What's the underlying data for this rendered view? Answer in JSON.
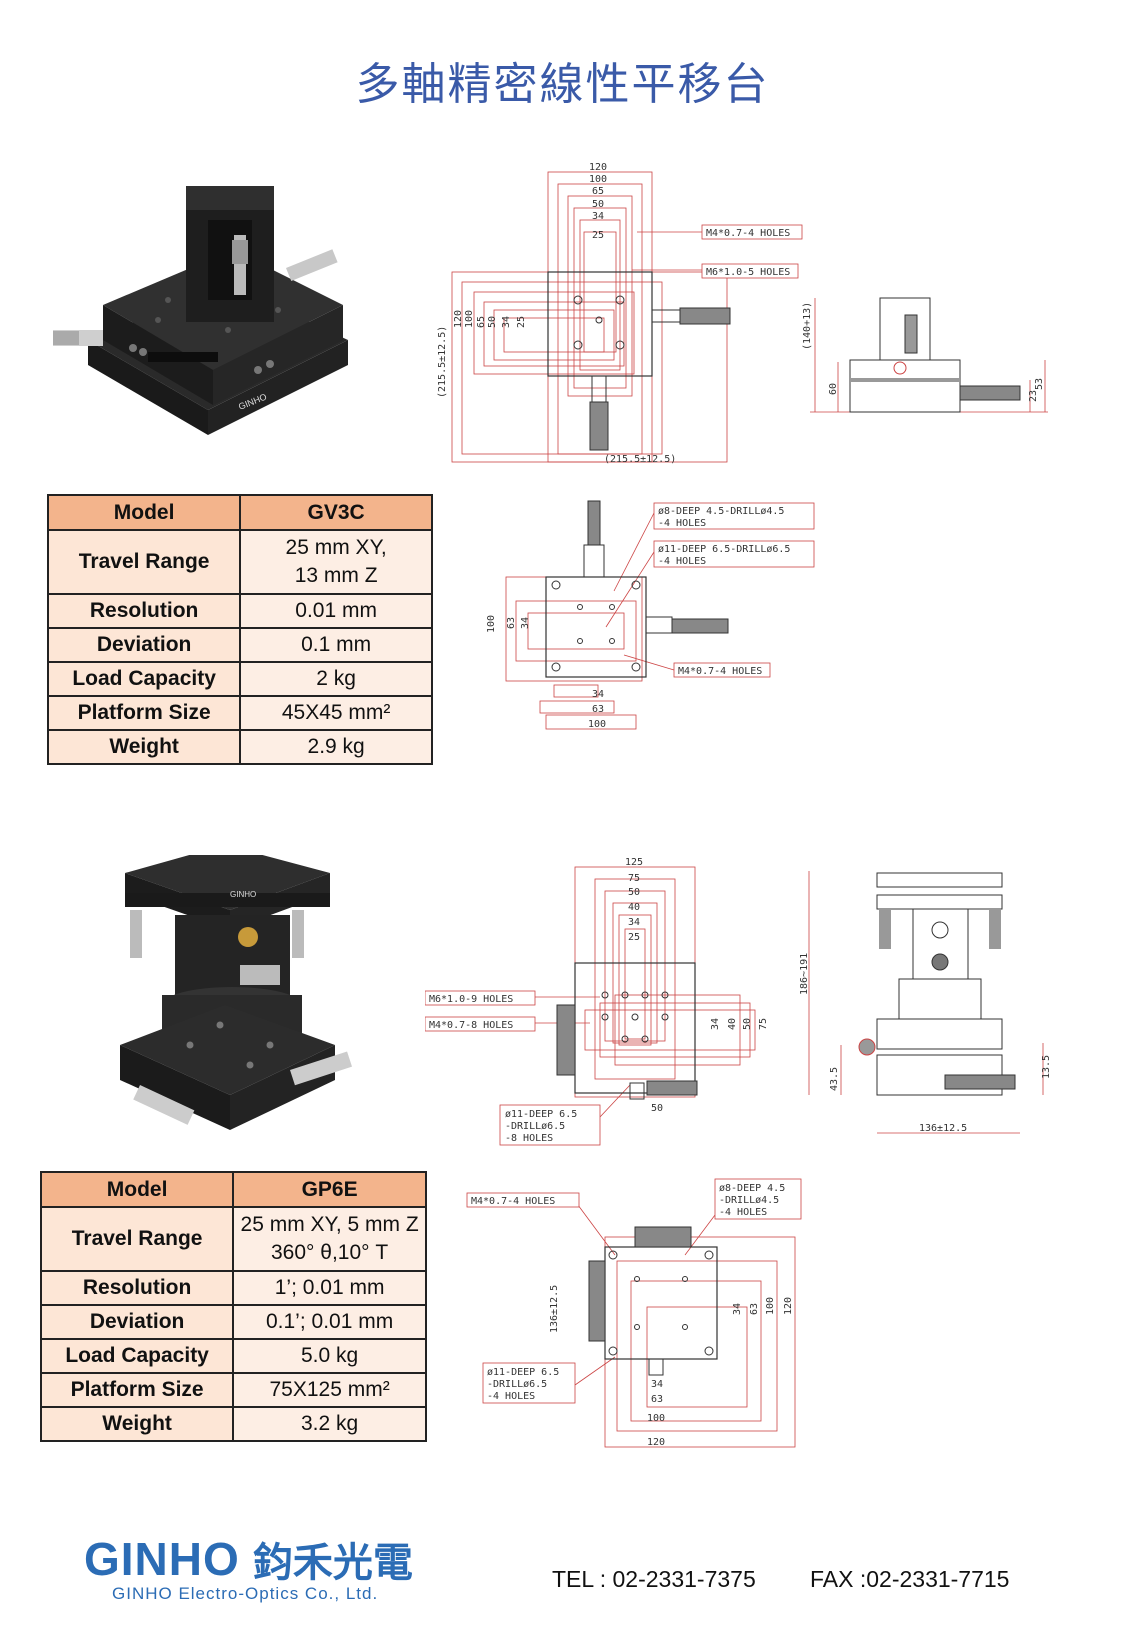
{
  "title": "多軸精密線性平移台",
  "product1": {
    "spec_header": [
      "Model",
      "GV3C"
    ],
    "specs": [
      {
        "label": "Travel Range",
        "value_line1": "25 mm XY,",
        "value_line2": "13 mm Z"
      },
      {
        "label": "Resolution",
        "value": "0.01 mm"
      },
      {
        "label": "Deviation",
        "value": "0.1 mm"
      },
      {
        "label": "Load Capacity",
        "value": "2 kg"
      },
      {
        "label": "Platform Size",
        "value": "45X45 mm²"
      },
      {
        "label": "Weight",
        "value": "2.9 kg"
      }
    ],
    "drawing_top": {
      "dims_h": [
        "120",
        "100",
        "65",
        "50",
        "34",
        "25"
      ],
      "dims_v": [
        "120",
        "100",
        "65",
        "50",
        "34",
        "25"
      ],
      "outer_v": "(215.5±12.5)",
      "outer_h": "(215.5±12.5)",
      "note1": "M4*0.7-4 HOLES",
      "note2": "M6*1.0-5 HOLES"
    },
    "drawing_side": {
      "height": "(140+13)",
      "d1": "60",
      "d2": "23",
      "d3": "53"
    },
    "drawing_bottom": {
      "note1a": "ø8-DEEP 4.5-DRILLø4.5",
      "note1b": "-4 HOLES",
      "note2a": "ø11-DEEP 6.5-DRILLø6.5",
      "note2b": "-4 HOLES",
      "note3": "M4*0.7-4 HOLES",
      "dims_v": [
        "100",
        "63",
        "34"
      ],
      "dims_h": [
        "34",
        "63",
        "100"
      ]
    }
  },
  "product2": {
    "spec_header": [
      "Model",
      "GP6E"
    ],
    "specs": [
      {
        "label": "Travel Range",
        "value_line1": "25 mm XY, 5 mm Z",
        "value_line2": "360° θ,10° T"
      },
      {
        "label": "Resolution",
        "value": "1’; 0.01 mm"
      },
      {
        "label": "Deviation",
        "value": "0.1’; 0.01 mm"
      },
      {
        "label": "Load Capacity",
        "value": "5.0 kg"
      },
      {
        "label": "Platform Size",
        "value": "75X125 mm²"
      },
      {
        "label": "Weight",
        "value": "3.2 kg"
      }
    ],
    "drawing_top": {
      "dims_h": [
        "125",
        "75",
        "50",
        "40",
        "34",
        "25"
      ],
      "dims_v": [
        "34",
        "40",
        "50",
        "75"
      ],
      "bottom_dim": "50",
      "note1": "M6*1.0-9 HOLES",
      "note2": "M4*0.7-8 HOLES",
      "note3a": "ø11-DEEP 6.5",
      "note3b": "-DRILLø6.5",
      "note3c": "-8 HOLES"
    },
    "drawing_side": {
      "height": "186~191",
      "d1": "43.5",
      "d2": "13.5",
      "width": "136±12.5"
    },
    "drawing_bottom": {
      "note1": "M4*0.7-4 HOLES",
      "note2a": "ø8-DEEP 4.5",
      "note2b": "-DRILLø4.5",
      "note2c": "-4 HOLES",
      "note3a": "ø11-DEEP 6.5",
      "note3b": "-DRILLø6.5",
      "note3c": "-4 HOLES",
      "outer_v": "136±12.5",
      "dims_v": [
        "34",
        "63",
        "100",
        "120"
      ],
      "dims_h": [
        "34",
        "63",
        "100",
        "120"
      ]
    }
  },
  "footer": {
    "logo_word": "GINHO",
    "logo_cn": "鈞禾光電",
    "logo_sub": "GINHO Electro-Optics Co., Ltd.",
    "tel": "TEL : 02-2331-7375",
    "fax": "FAX :02-2331-7715"
  }
}
